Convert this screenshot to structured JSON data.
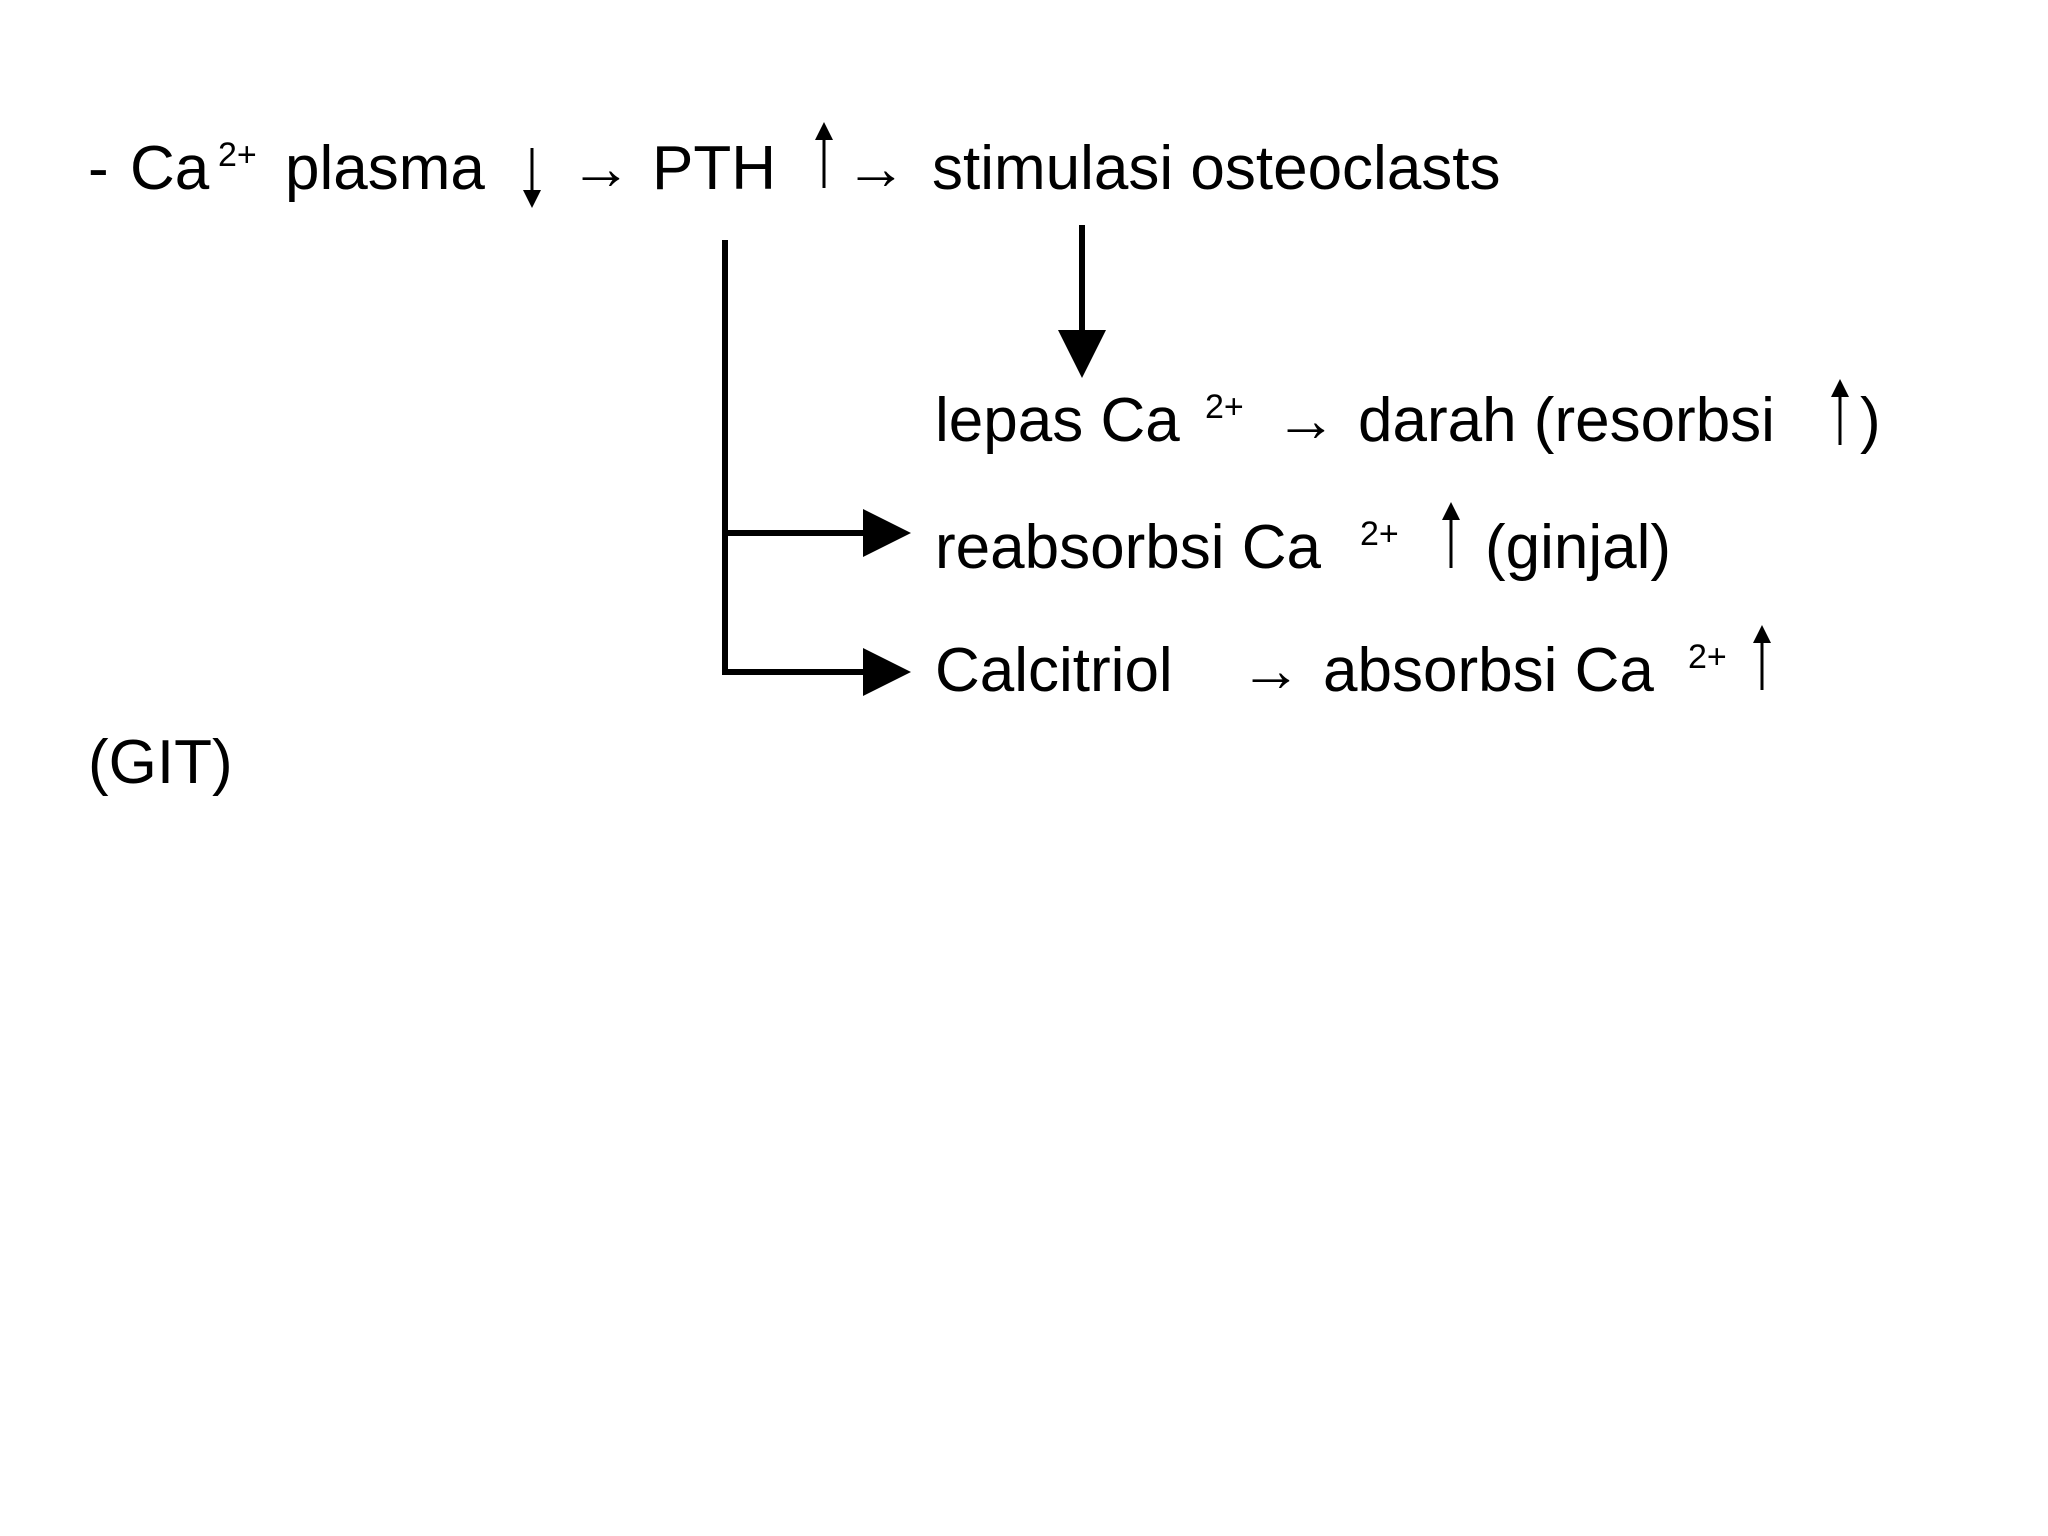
{
  "line1": {
    "dash": "-",
    "ca": "Ca",
    "sup": "2+",
    "plasma": "plasma",
    "implies1": "→",
    "pth": "PTH",
    "implies2": "→",
    "stimulasi": "stimulasi osteoclasts"
  },
  "line2": {
    "lepas": "lepas Ca",
    "sup": "2+",
    "implies": "→",
    "darah": "darah (resorbsi",
    "close": ")"
  },
  "line3": {
    "reabsorbsi": "reabsorbsi Ca",
    "sup": "2+",
    "ginjal": "(ginjal)"
  },
  "line4": {
    "calcitriol": "Calcitriol",
    "implies": "→",
    "absorbsi": "absorbsi Ca",
    "sup": "2+"
  },
  "line5": {
    "git": "(GIT)"
  },
  "colors": {
    "text": "#000000",
    "background": "#ffffff"
  }
}
